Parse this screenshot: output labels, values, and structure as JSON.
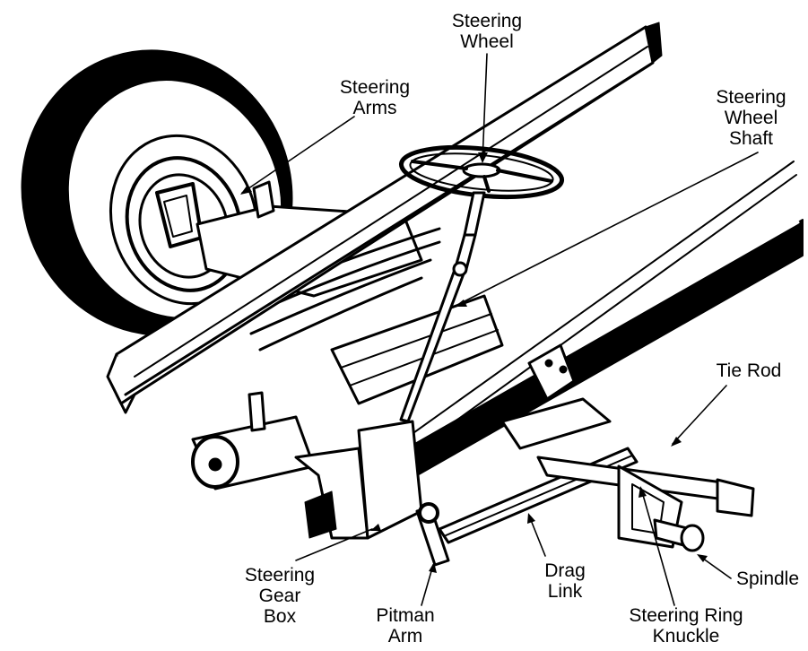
{
  "labels": {
    "steering_wheel": [
      "Steering",
      "Wheel"
    ],
    "steering_arms": [
      "Steering",
      "Arms"
    ],
    "steering_wheel_shaft": [
      "Steering",
      "Wheel",
      "Shaft"
    ],
    "tie_rod": [
      "Tie Rod"
    ],
    "steering_gear_box": [
      "Steering",
      "Gear",
      "Box"
    ],
    "pitman_arm": [
      "Pitman",
      "Arm"
    ],
    "drag_link": [
      "Drag",
      "Link"
    ],
    "spindle": [
      "Spindle"
    ],
    "steering_ring_knuckle": [
      "Steering Ring",
      "Knuckle"
    ]
  },
  "colors": {
    "ink": "#000000",
    "paper": "#ffffff",
    "shade": "#e9e9e9"
  }
}
